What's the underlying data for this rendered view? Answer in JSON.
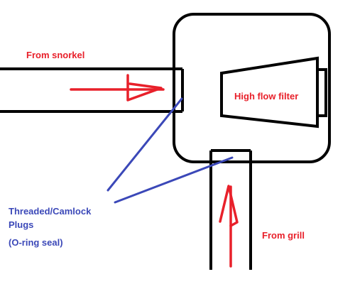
{
  "colors": {
    "red": "#e8202a",
    "blue": "#3b48b8",
    "black": "#000000",
    "background": "#ffffff"
  },
  "labels": {
    "from_snorkel": "From snorkel",
    "high_flow_filter": "High flow filter",
    "plugs_line1": "Threaded/Camlock",
    "plugs_line2": "Plugs",
    "oring": "(O-ring seal)",
    "from_grill": "From grill"
  }
}
